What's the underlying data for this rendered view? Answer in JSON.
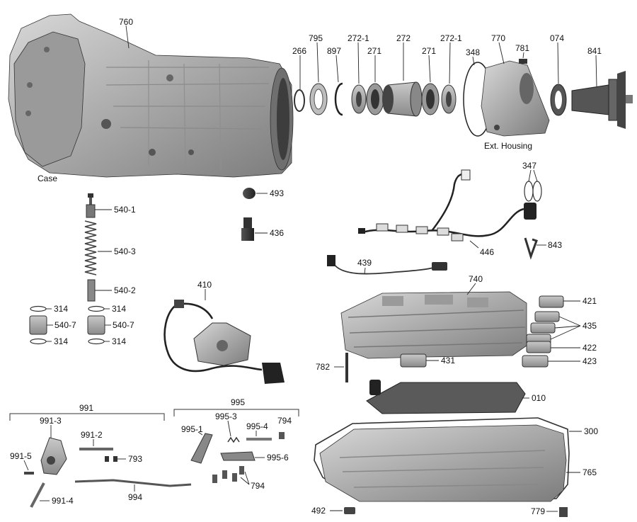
{
  "diagram": {
    "labels": {
      "760": "760",
      "case": "Case",
      "266": "266",
      "795": "795",
      "897": "897",
      "272_1a": "272-1",
      "271a": "271",
      "272": "272",
      "271b": "271",
      "272_1b": "272-1",
      "348": "348",
      "770": "770",
      "781": "781",
      "074": "074",
      "841": "841",
      "ext_housing": "Ext. Housing",
      "493": "493",
      "540_1": "540-1",
      "540_3": "540-3",
      "540_2": "540-2",
      "314a": "314",
      "314b": "314",
      "540_7a": "540-7",
      "540_7b": "540-7",
      "314c": "314",
      "314d": "314",
      "436": "436",
      "347": "347",
      "446": "446",
      "843": "843",
      "439": "439",
      "410": "410",
      "740": "740",
      "421": "421",
      "435": "435",
      "422": "422",
      "423": "423",
      "782": "782",
      "431": "431",
      "010": "010",
      "991": "991",
      "995": "995",
      "991_3": "991-3",
      "991_2": "991-2",
      "991_5": "991-5",
      "793": "793",
      "994": "994",
      "991_4": "991-4",
      "995_3": "995-3",
      "995_4": "995-4",
      "794a": "794",
      "995_1": "995-1",
      "995_6": "995-6",
      "794b": "794",
      "300": "300",
      "765": "765",
      "492": "492",
      "779": "779"
    }
  }
}
